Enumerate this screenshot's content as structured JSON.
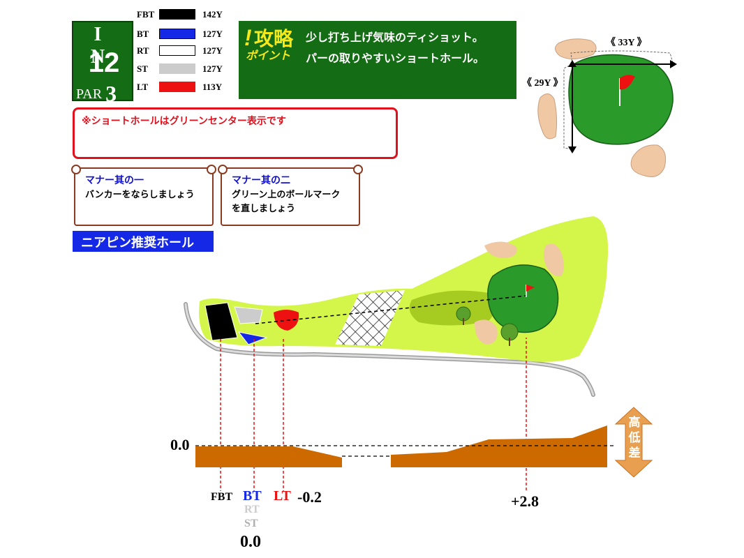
{
  "hole": {
    "side": "I N",
    "number": "12",
    "par_label": "PAR",
    "par": "3"
  },
  "tees": [
    {
      "name": "FBT",
      "color": "#000000",
      "yards": "142Y"
    },
    {
      "name": "BT",
      "color": "#1428e6",
      "yards": "127Y"
    },
    {
      "name": "RT",
      "color": "#ffffff",
      "yards": "127Y"
    },
    {
      "name": "ST",
      "color": "#cccccc",
      "yards": "127Y"
    },
    {
      "name": "LT",
      "color": "#ee1111",
      "yards": "113Y"
    }
  ],
  "strategy": {
    "mark": "!",
    "heading": "攻略",
    "point": "ポイント",
    "line1": "少し打ち上げ気味のティショット。",
    "line2": "パーの取りやすいショートホール。"
  },
  "notice": "※ショートホールはグリーンセンター表示です",
  "manners": [
    {
      "title": "マナー其の一",
      "lines": [
        "バンカーをならしましょう"
      ]
    },
    {
      "title": "マナー其の二",
      "lines": [
        "グリーン上のボールマーク",
        "を直しましょう"
      ]
    }
  ],
  "near_pin": "ニアピン推奨ホール",
  "green": {
    "width_label": "《 33Y 》",
    "depth_label": "《 29Y 》"
  },
  "elevation": {
    "baseline": "0.0",
    "legend": [
      "高",
      "低",
      "差"
    ],
    "tee_labels": {
      "fbt": "FBT",
      "bt": "BT",
      "rt": "RT",
      "st": "ST",
      "lt": "LT",
      "lt_value": "-0.2",
      "common_value": "0.0"
    },
    "green_value": "+2.8"
  },
  "colors": {
    "dark_green": "#146c14",
    "fairway": "#d4f54a",
    "green": "#2a9a2a",
    "bunker": "#f0c8a4",
    "elevation": "#cc6a00",
    "marker": "#ee1111"
  }
}
